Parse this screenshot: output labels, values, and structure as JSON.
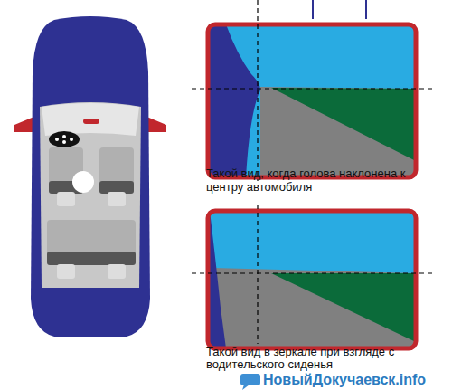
{
  "diagram": {
    "labels": [
      "Такой вид, когда голова наклонена к центру автомобиля",
      "Такой вид в зеркале при взгляде с водительского сиденья",
      "НовыйДокучаевск.info"
    ]
  }
}
